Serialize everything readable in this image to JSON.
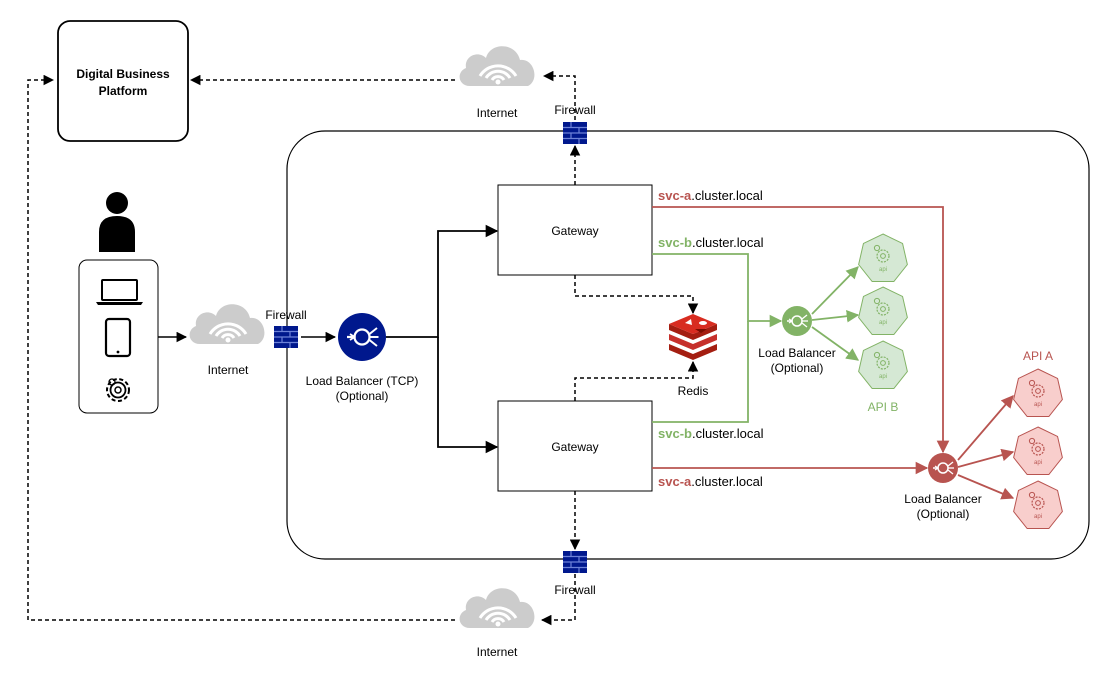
{
  "platform": {
    "line1": "Digital Business",
    "line2": "Platform"
  },
  "internet_top": "Internet",
  "internet_left": "Internet",
  "internet_bottom": "Internet",
  "firewall_top": "Firewall",
  "firewall_left": "Firewall",
  "firewall_bottom": "Firewall",
  "lb_tcp": {
    "line1": "Load Balancer (TCP)",
    "line2": "(Optional)"
  },
  "gateway_top": "Gateway",
  "gateway_bottom": "Gateway",
  "redis": "Redis",
  "route_a_top": {
    "service": "svc-a",
    "domain": ".cluster.local"
  },
  "route_b_top": {
    "service": "svc-b",
    "domain": ".cluster.local"
  },
  "route_b_bottom": {
    "service": "svc-b",
    "domain": ".cluster.local"
  },
  "route_a_bottom": {
    "service": "svc-a",
    "domain": ".cluster.local"
  },
  "lb_b": {
    "line1": "Load Balancer",
    "line2": "(Optional)"
  },
  "lb_a": {
    "line1": "Load Balancer",
    "line2": "(Optional)"
  },
  "api_b_title": "API B",
  "api_a_title": "API A",
  "api_icon_label": "api",
  "colors": {
    "black": "#000000",
    "green": "#82b366",
    "green_fill": "#d5e8d4",
    "red": "#b85450",
    "red_fill": "#f8cecc",
    "navy": "#00188d",
    "cloud": "#c9c9c9",
    "redis": "#c6302b"
  }
}
